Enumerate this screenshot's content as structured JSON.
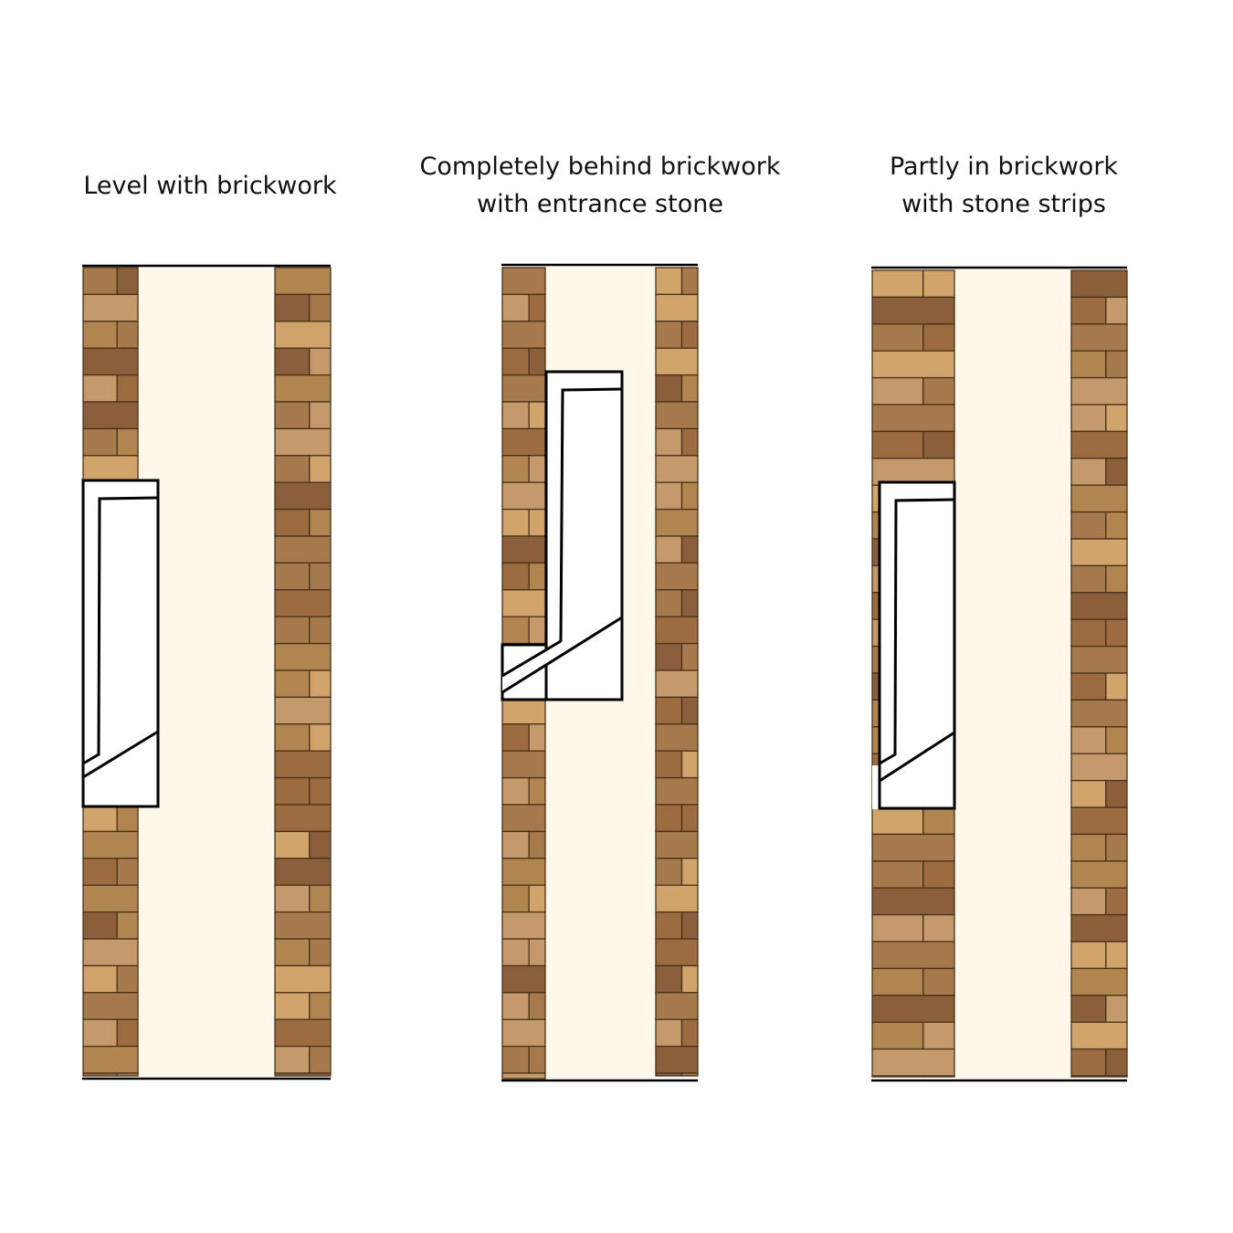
{
  "panels": [
    {
      "title": "Level with brickwork"
    },
    {
      "title": "Completely behind brickwork\nwith entrance stone"
    },
    {
      "title": "Partly in brickwork\nwith stone strips"
    }
  ],
  "colors": {
    "cavity": "#fdf8ea",
    "mortar": "#4a3218",
    "frame": "#ffffff",
    "outline": "#000000",
    "bricks": [
      "#c49a6c",
      "#b08550",
      "#a67a4c",
      "#8b5e3c",
      "#d0a46a",
      "#9c6b40"
    ]
  }
}
